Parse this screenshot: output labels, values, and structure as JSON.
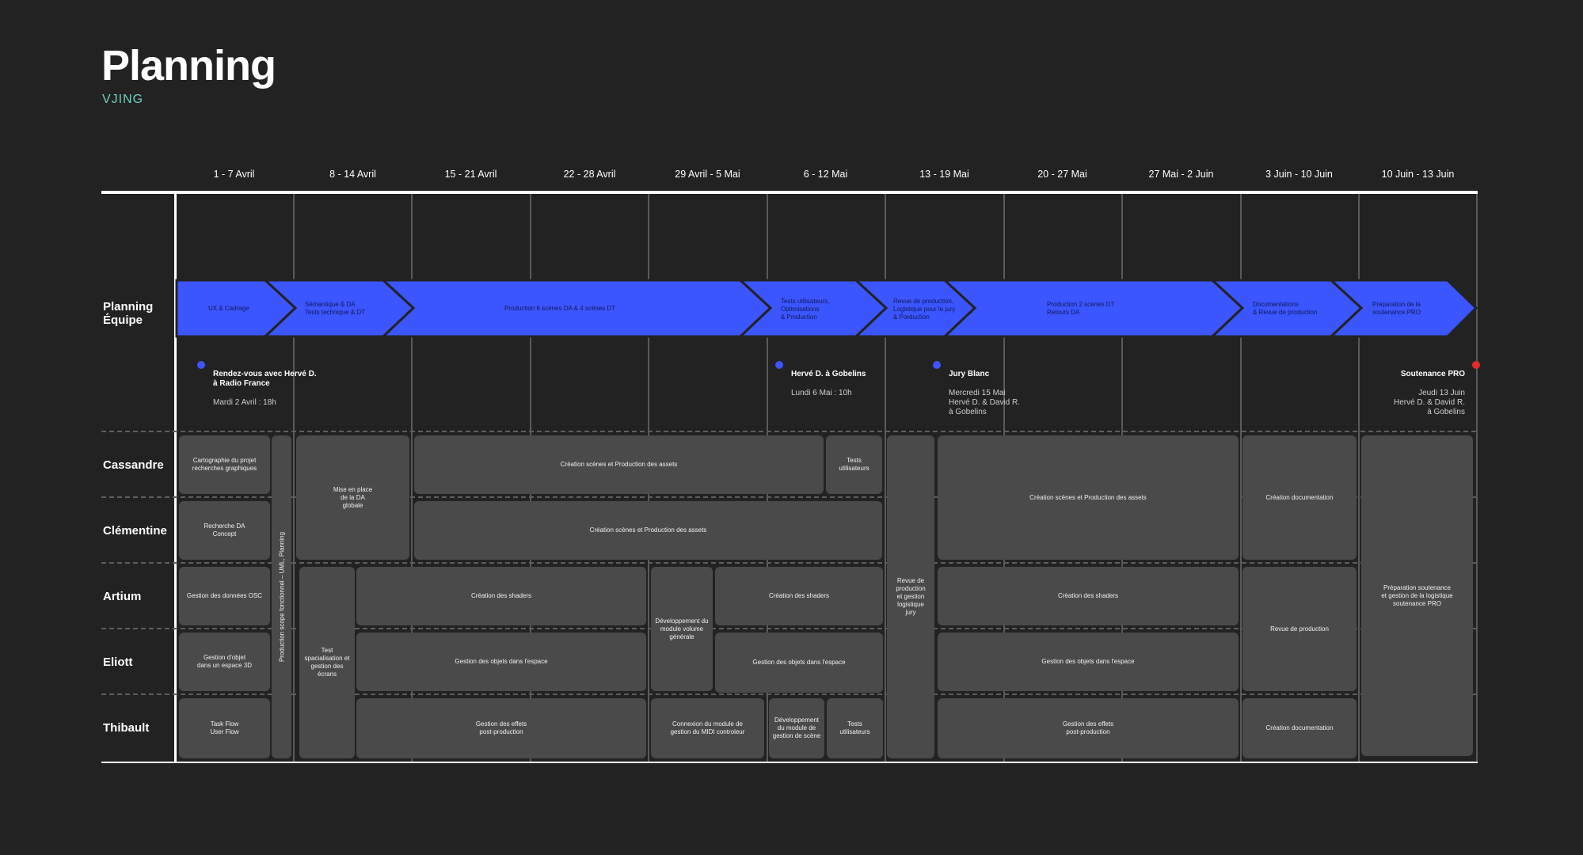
{
  "header": {
    "title": "Planning",
    "subtitle": "VJING"
  },
  "weeks": [
    "1 - 7 Avril",
    "8 - 14 Avril",
    "15 - 21 Avril",
    "22 - 28 Avril",
    "29 Avril - 5 Mai",
    "6 - 12 Mai",
    "13 - 19 Mai",
    "20 - 27 Mai",
    "27 Mai - 2 Juin",
    "3 Juin - 10 Juin",
    "10 Juin - 13 Juin"
  ],
  "rows": {
    "planning": "Planning\nÉquipe",
    "cassandre": "Cassandre",
    "clementine": "Clémentine",
    "artium": "Artium",
    "eliott": "Eliott",
    "thibault": "Thibault"
  },
  "colors": {
    "phase": "#3b55ff",
    "task": "#4a4a4a",
    "accent": "#6fd0c2",
    "milestone_blue": "#3b55ff",
    "milestone_red": "#e22b2b"
  },
  "phases": [
    "UX & Cadrage",
    "Sémantique & DA\nTests technique & DT",
    "Production 6 scènes DA & 4 scènes DT",
    "Tests utilisateurs,\nOptimisations\n& Production",
    "Revue de production,\nLogistique pour le jury\n& Porduction",
    "Production 2 scènes DT\nRetours DA",
    "Documentations\n& Revue de production",
    "Préparation de la\nsoutenance PRO"
  ],
  "events": [
    {
      "title": "Rendez-vous avec Hervé D.\nà Radio France",
      "desc": "Mardi 2 Avril : 18h"
    },
    {
      "title": "Hervé D. à Gobelins",
      "desc": "Lundi 6 Mai : 10h"
    },
    {
      "title": "Jury Blanc",
      "desc": "Mercredi 15 Mai\nHervé D. & David R.\nà Gobelins"
    },
    {
      "title": "Soutenance PRO",
      "desc": "Jeudi 13 Juin\nHervé D. & David  R.\nà Gobelins"
    }
  ],
  "tasks": {
    "cartographie": "Cartographie du projet\nrecherches graphiques",
    "recherche_da": "Recherche DA\nConcept",
    "donnees_osc": "Gestion des données OSC",
    "gestion_objet_3d": "Gestion d'objet\ndans un espace 3D",
    "task_flow": "Task Flow\nUser Flow",
    "production_scope": "Production scope fonctionnel – UML, Planning",
    "mise_en_place_da": "Mise en place\nde la DA\nglobale",
    "test_spatialisation": "Test\nspacialisation et\ngestion des\nécrans",
    "cass_creation_1": "Création scènes et Production des assets",
    "cass_tests": "Tests\nutilisateurs",
    "clem_creation_1": "Création scènes et Production des assets",
    "artium_shaders_1": "Création des shaders",
    "eliott_objets_1": "Gestion des objets dans l'espace",
    "thibault_effets_1": "Gestion des effets\npost-production",
    "module_volume": "Développement du\nmodule volume\ngénérale",
    "artium_shaders_2": "Création des shaders",
    "eliott_objets_2": "Gestion des objets dans l'espace",
    "midi": "Connexion du module de\ngestion du MIDI controleur",
    "module_scene": "Développement\ndu module de\ngestion de scène",
    "thibault_tests": "Tests\nutilisateurs",
    "revue_logistique": "Revue de\nproduction\net gestion\nlogistique\njury",
    "cc_creation_2": "Création scènes et Production des assets",
    "artium_shaders_3": "Création des shaders",
    "eliott_objets_3": "Gestion des objets dans l'espace",
    "thibault_effets_2": "Gestion des effets\npost-production",
    "cc_documentation": "Création documentation",
    "ae_revue": "Revue de production",
    "thibault_documentation": "Création documentation",
    "preparation_soutenance": "Préparation soutenance\net gestion de la logistique\nsoutenance PRO"
  }
}
